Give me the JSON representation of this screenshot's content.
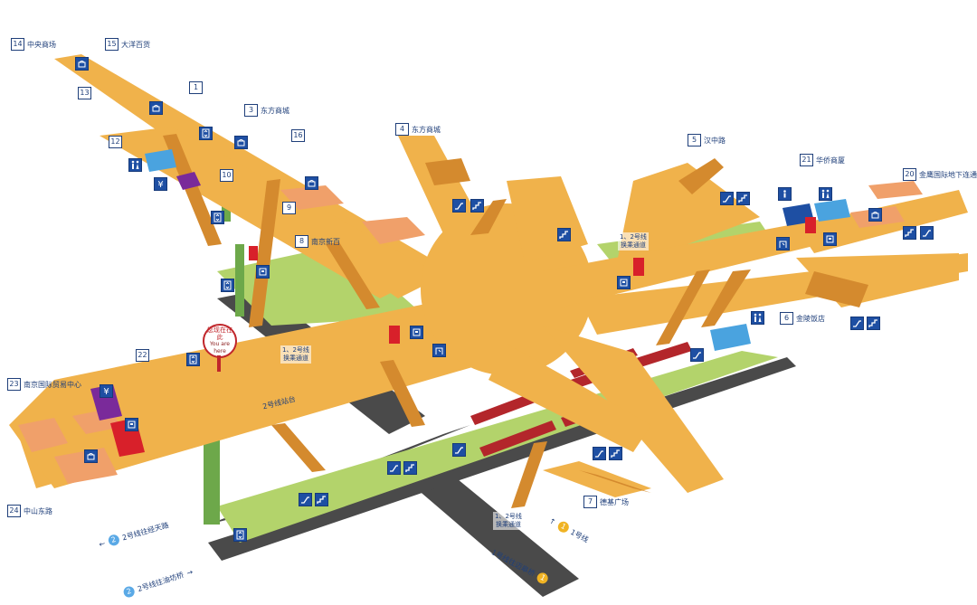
{
  "colors": {
    "concourse": "#f0b24b",
    "platform": "#b3d36b",
    "track": "#4a4a4a",
    "train": "#b3262b",
    "column": "#d48a2e",
    "sign": "#1e4fa3",
    "text": "#1f3f7a"
  },
  "exits": [
    {
      "num": "14",
      "label": "中央商场"
    },
    {
      "num": "15",
      "label": "大洋百货"
    },
    {
      "num": "13",
      "label": ""
    },
    {
      "num": "1",
      "label": ""
    },
    {
      "num": "3",
      "label": "东方商城"
    },
    {
      "num": "16",
      "label": ""
    },
    {
      "num": "12",
      "label": ""
    },
    {
      "num": "10",
      "label": ""
    },
    {
      "num": "9",
      "label": ""
    },
    {
      "num": "8",
      "label": "南京新百"
    },
    {
      "num": "4",
      "label": "东方商城"
    },
    {
      "num": "5",
      "label": "汉中路"
    },
    {
      "num": "21",
      "label": "华侨商厦"
    },
    {
      "num": "20",
      "label": "金鹰国际地下连通"
    },
    {
      "num": "6",
      "label": "金陵饭店"
    },
    {
      "num": "22",
      "label": ""
    },
    {
      "num": "23",
      "label": "南京国际贸易中心"
    },
    {
      "num": "24",
      "label": "中山东路"
    },
    {
      "num": "7",
      "label": "德基广场"
    }
  ],
  "you_are_here": {
    "zh": "您现在在此",
    "en_1": "You are",
    "en_2": "here"
  },
  "transfers": [
    {
      "l1": "1、2号线",
      "l2": "换乘通道"
    },
    {
      "l1": "1、2号线",
      "l2": "换乘通道"
    },
    {
      "l1": "1、2号线",
      "l2": "换乘通道"
    }
  ],
  "directions": {
    "line2_a": {
      "num": "2",
      "text": "2号线往经天路"
    },
    "line2_b": {
      "num": "2",
      "text": "2号线往油坊桥"
    },
    "line1_a": {
      "num": "1",
      "text": "1号线"
    },
    "line1_b": {
      "num": "1",
      "text": "1号线往迈皋桥"
    }
  },
  "platform_caption": "2号线站台"
}
